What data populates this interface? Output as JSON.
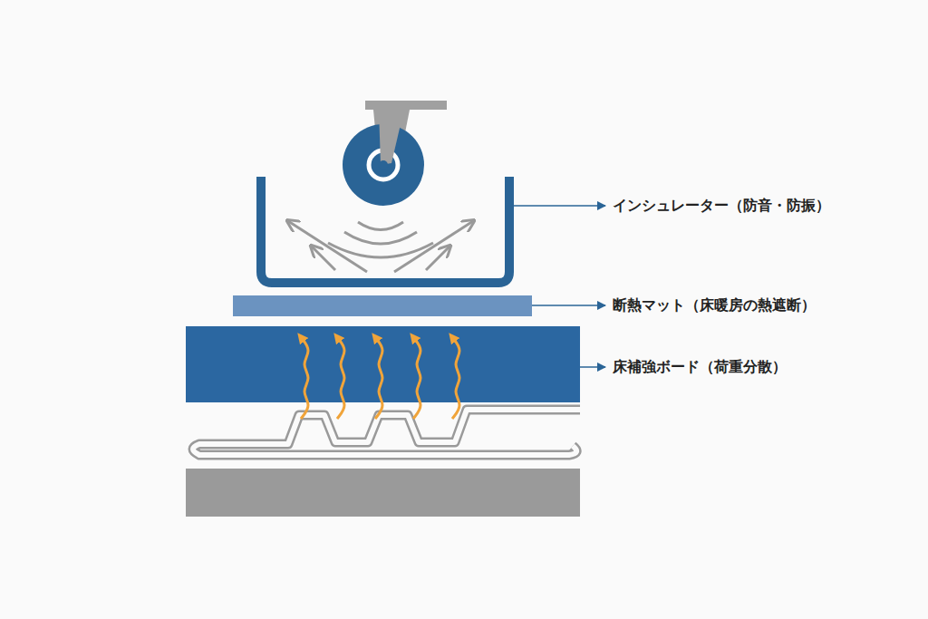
{
  "diagram": {
    "labels": [
      "インシュレーター（防音・防振）",
      "断熱マット（床暖房の熱遮断）",
      "床補強ボード（荷重分散）"
    ]
  }
}
